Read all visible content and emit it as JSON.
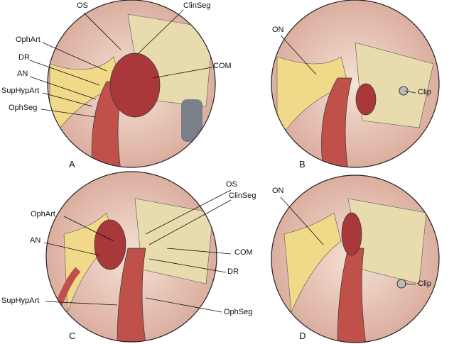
{
  "panels": [
    {
      "letter": "A",
      "labels": {
        "os": "OS",
        "clinseg": "ClinSeg",
        "ophart": "OphArt",
        "dr": "DR",
        "com": "COM",
        "an": "AN",
        "suphypart": "SupHypArt",
        "ophseg": "OphSeg"
      }
    },
    {
      "letter": "B",
      "labels": {
        "on": "ON",
        "clip": "Clip"
      }
    },
    {
      "letter": "C",
      "labels": {
        "os": "OS",
        "clinseg": "ClinSeg",
        "ophart": "OphArt",
        "com": "COM",
        "an": "AN",
        "dr": "DR",
        "suphypart": "SupHypArt",
        "ophseg": "OphSeg"
      }
    },
    {
      "letter": "D",
      "labels": {
        "on": "ON",
        "clip": "Clip"
      }
    }
  ],
  "colors": {
    "artery": "#c0504a",
    "aneurysm": "#a8383a",
    "nerve": "#f1d98a",
    "bone": "#e8dcae",
    "tissue": "#efd0c4",
    "outline": "#222222"
  }
}
